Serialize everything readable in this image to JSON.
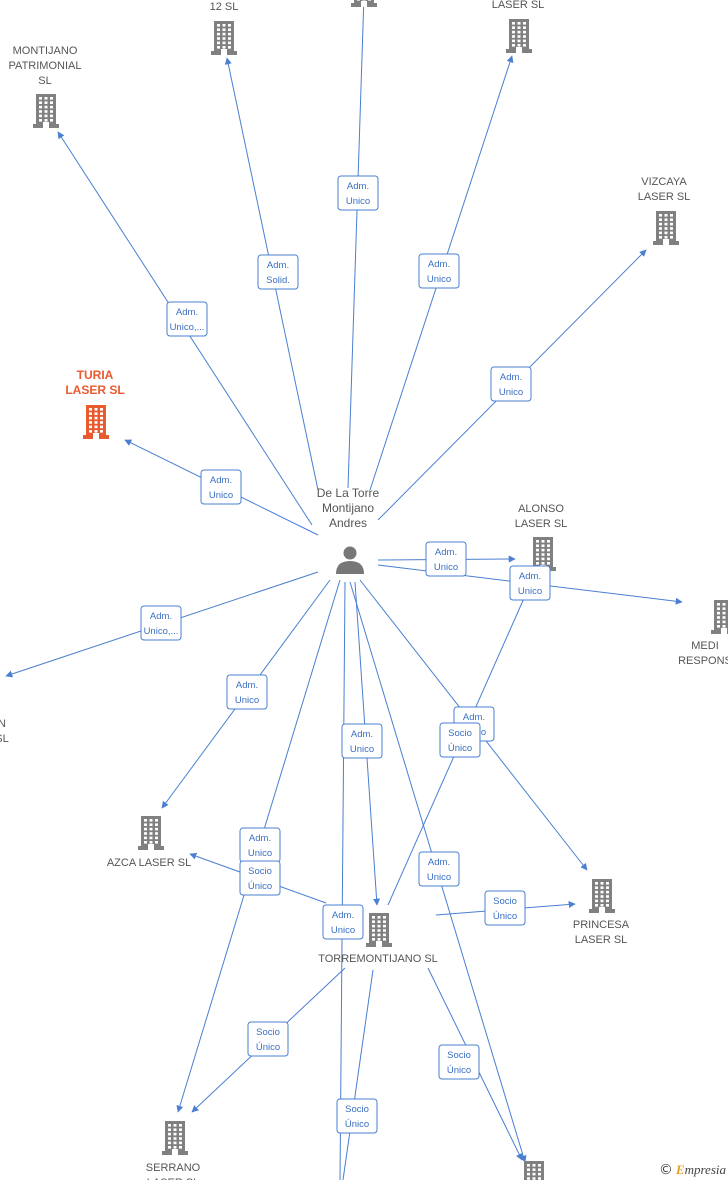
{
  "colors": {
    "edge": "#4a7fd1",
    "company_icon": "#808080",
    "highlight_company": "#ea5a2f",
    "person_icon": "#777777"
  },
  "center": {
    "name_lines": [
      "De La Torre",
      "Montijano",
      "Andres"
    ],
    "icon": "person-icon"
  },
  "companies": [
    {
      "key": "c12",
      "lines": [
        "12  SL"
      ]
    },
    {
      "key": "laser_top",
      "lines": [
        "LASER  SL"
      ]
    },
    {
      "key": "montijano",
      "lines": [
        "MONTIJANO",
        "PATRIMONIAL",
        "SL"
      ]
    },
    {
      "key": "vizcaya",
      "lines": [
        "VIZCAYA",
        "LASER  SL"
      ]
    },
    {
      "key": "turia",
      "lines": [
        "TURIA",
        "LASER  SL"
      ],
      "highlight": true
    },
    {
      "key": "alonso",
      "lines": [
        "ALONSO",
        "LASER  SL"
      ]
    },
    {
      "key": "medi",
      "lines": [
        "MEDI",
        "RESPONS"
      ]
    },
    {
      "key": "left_edge",
      "lines": [
        "N",
        "SL"
      ]
    },
    {
      "key": "azca",
      "lines": [
        "AZCA LASER  SL"
      ]
    },
    {
      "key": "princesa",
      "lines": [
        "PRINCESA",
        "LASER  SL"
      ]
    },
    {
      "key": "torremontijano",
      "lines": [
        "TORREMONTIJANO SL"
      ]
    },
    {
      "key": "serrano",
      "lines": [
        "SERRANO",
        "LASER  SL"
      ]
    },
    {
      "key": "bottom_right",
      "lines": []
    },
    {
      "key": "top_center",
      "lines": []
    }
  ],
  "edges": [
    {
      "from": "center",
      "to": "top_center",
      "label": [
        "Adm.",
        "Unico"
      ]
    },
    {
      "from": "center",
      "to": "c12",
      "label": [
        "Adm.",
        "Solid."
      ]
    },
    {
      "from": "center",
      "to": "laser_top",
      "label": [
        "Adm.",
        "Unico"
      ]
    },
    {
      "from": "center",
      "to": "montijano",
      "label": [
        "Adm.",
        "Unico,..."
      ]
    },
    {
      "from": "center",
      "to": "vizcaya",
      "label": [
        "Adm.",
        "Unico"
      ]
    },
    {
      "from": "center",
      "to": "turia",
      "label": [
        "Adm.",
        "Unico"
      ]
    },
    {
      "from": "center",
      "to": "alonso",
      "label": [
        "Adm.",
        "Unico"
      ]
    },
    {
      "from": "center",
      "to": "medi",
      "label": [
        "Adm.",
        "Unico"
      ]
    },
    {
      "from": "center",
      "to": "left_edge",
      "label": [
        "Adm.",
        "Unico,..."
      ]
    },
    {
      "from": "center",
      "to": "azca",
      "label": [
        "Adm.",
        "Unico"
      ]
    },
    {
      "from": "center",
      "to": "torremontijano",
      "label": [
        "Adm.",
        "Unico"
      ]
    },
    {
      "from": "center",
      "to": "princesa",
      "label": [
        "Adm.",
        "Unico"
      ]
    },
    {
      "from": "center",
      "to": "serrano",
      "label": [
        "Adm.",
        "Unico"
      ]
    },
    {
      "from": "center",
      "to": "bottom_right",
      "label": [
        "Adm.",
        "Unico"
      ]
    },
    {
      "from": "center",
      "to": "bottom_offscreen",
      "label": [
        "Adm.",
        "Unico"
      ]
    },
    {
      "from": "torremontijano",
      "to": "alonso",
      "label": [
        "Socio",
        "Único"
      ]
    },
    {
      "from": "torremontijano",
      "to": "azca",
      "label": [
        "Socio",
        "Único"
      ]
    },
    {
      "from": "torremontijano",
      "to": "princesa",
      "label": [
        "Socio",
        "Único"
      ]
    },
    {
      "from": "torremontijano",
      "to": "serrano",
      "label": [
        "Socio",
        "Único"
      ]
    },
    {
      "from": "torremontijano",
      "to": "bottom_right",
      "label": [
        "Socio",
        "Único"
      ]
    },
    {
      "from": "torremontijano",
      "to": "bottom_offscreen",
      "label": [
        "Socio",
        "Único"
      ]
    }
  ],
  "watermark": {
    "copyright": "©",
    "brand_initial": "E",
    "brand_rest": "mpresia"
  }
}
